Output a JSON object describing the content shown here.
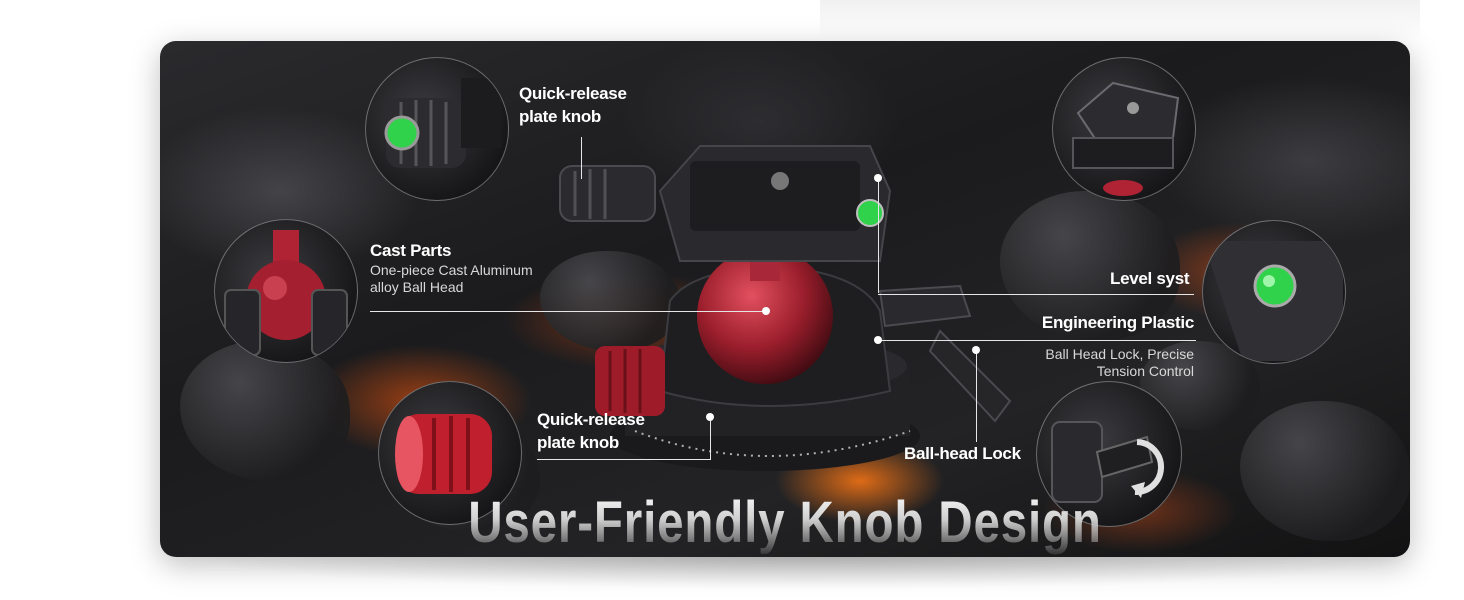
{
  "headline": "User-Friendly Knob Design",
  "callouts": {
    "quick_release_top": {
      "line1": "Quick-release",
      "line2": "plate knob"
    },
    "cast_parts": {
      "title": "Cast Parts",
      "desc1": "One-piece Cast Aluminum",
      "desc2": "alloy Ball Head"
    },
    "quick_release_bottom": {
      "line1": "Quick-release",
      "line2": "plate knob"
    },
    "level_system": {
      "title": "Level syst"
    },
    "engineering_plastic": {
      "title": "Engineering Plastic",
      "desc1": "Ball Head Lock, Precise",
      "desc2": "Tension Control"
    },
    "ball_head_lock": {
      "title": "Ball-head Lock"
    }
  },
  "colors": {
    "accent_red": "#c0202e",
    "level_green": "#2fd24a",
    "ember": "#ff6a10"
  }
}
